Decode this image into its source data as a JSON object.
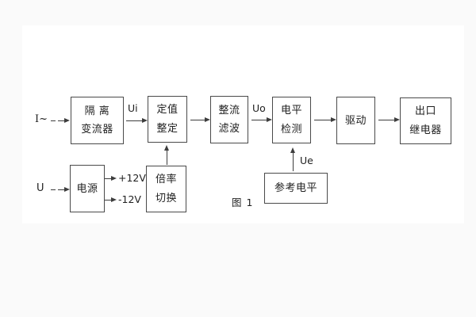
{
  "figure": {
    "caption": "图 1"
  },
  "palette": {
    "background": "#fafafa",
    "panel": "#ffffff",
    "line_color": "#3d3d3d",
    "text_color": "#1f1f1f"
  },
  "inputs": {
    "current": "I~",
    "voltage": "U"
  },
  "signals": {
    "ui": "Ui",
    "uo": "Uo",
    "ue": "Ue",
    "plus_rail": "+12V",
    "minus_rail": "-12V"
  },
  "blocks": {
    "isolation": {
      "line1": "隔 离",
      "line2": "变流器"
    },
    "setting": {
      "line1": "定值",
      "line2": "整定"
    },
    "rectifier": {
      "line1": "整流",
      "line2": "滤波"
    },
    "level": {
      "line1": "电平",
      "line2": "检测"
    },
    "drive": {
      "label": "驱动"
    },
    "relay": {
      "line1": "出口",
      "line2": "继电器"
    },
    "power": {
      "label": "电源"
    },
    "ratio": {
      "line1": "倍率",
      "line2": "切换"
    },
    "reference": {
      "label": "参考电平"
    }
  }
}
